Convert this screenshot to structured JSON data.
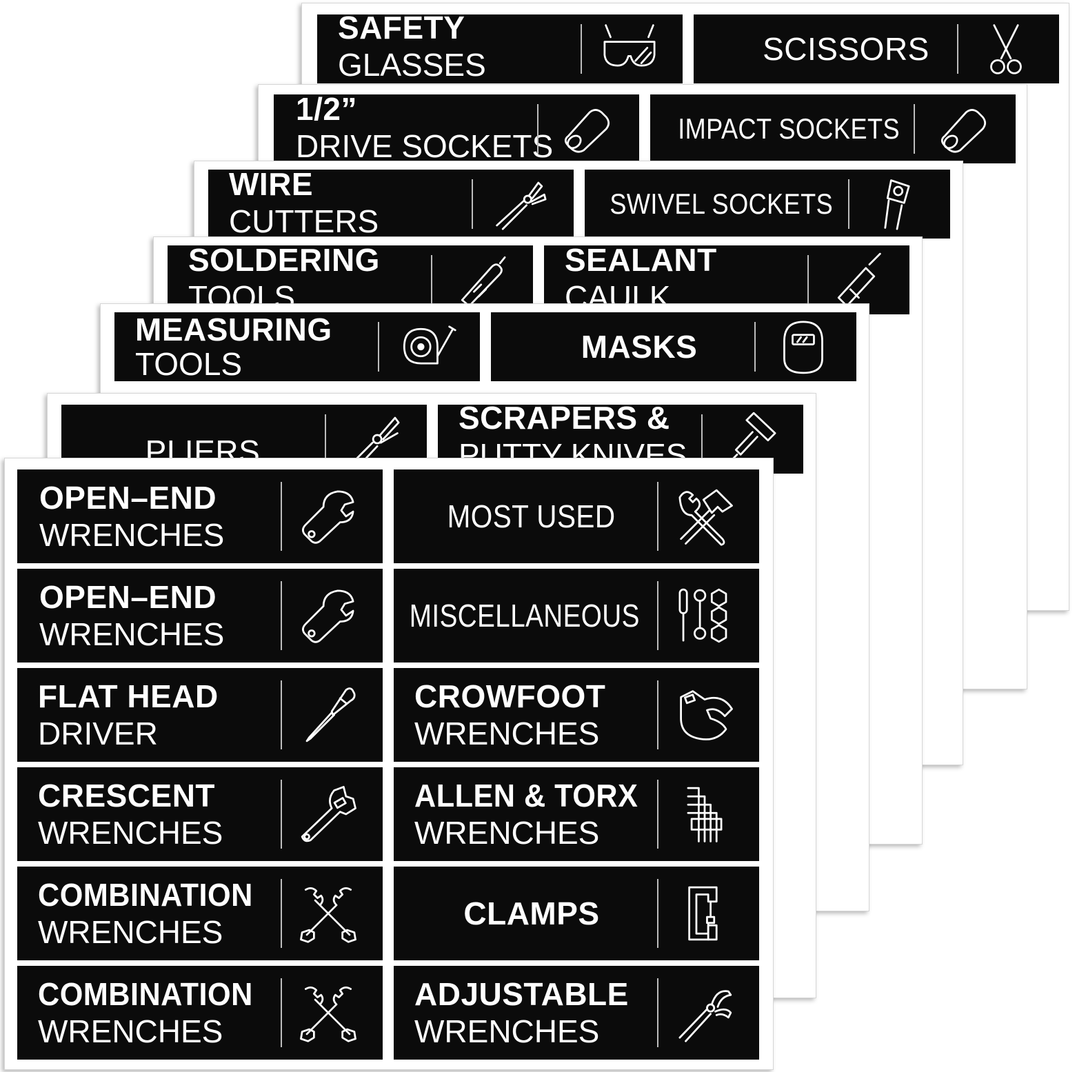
{
  "sheets": [
    {
      "id": "sheet-7",
      "rows": [
        {
          "left": {
            "line1": "SAFETY",
            "line2": "GLASSES",
            "icon": "safety-glasses-icon"
          },
          "right": {
            "line1": "SCISSORS",
            "line2": "",
            "icon": "scissors-icon"
          }
        }
      ]
    },
    {
      "id": "sheet-6",
      "rows": [
        {
          "left": {
            "line1": "1/2”",
            "line2": "DRIVE SOCKETS",
            "icon": "socket-icon"
          },
          "right": {
            "line1": "IMPACT SOCKETS",
            "line2": "",
            "icon": "socket-icon"
          }
        }
      ]
    },
    {
      "id": "sheet-5",
      "rows": [
        {
          "left": {
            "line1": "WIRE",
            "line2": "CUTTERS",
            "icon": "wire-cutter-icon"
          },
          "right": {
            "line1": "SWIVEL SOCKETS",
            "line2": "",
            "icon": "swivel-socket-icon"
          }
        }
      ]
    },
    {
      "id": "sheet-4",
      "rows": [
        {
          "left": {
            "line1": "SOLDERING",
            "line2": "TOOLS",
            "icon": "soldering-iron-icon"
          },
          "right": {
            "line1": "SEALANT",
            "line2": "CAULK",
            "icon": "caulk-gun-icon"
          }
        }
      ]
    },
    {
      "id": "sheet-3",
      "rows": [
        {
          "left": {
            "line1": "MEASURING",
            "line2": "TOOLS",
            "icon": "tape-measure-icon"
          },
          "right": {
            "line1": "MASKS",
            "line2": "",
            "icon": "welding-mask-icon"
          }
        }
      ]
    },
    {
      "id": "sheet-2",
      "rows": [
        {
          "left": {
            "line1": "PLIERS",
            "line2": "",
            "icon": "pliers-icon"
          },
          "right": {
            "line1": "SCRAPERS &",
            "line2": "PUTTY KNIVES",
            "icon": "scraper-icon"
          }
        }
      ]
    },
    {
      "id": "sheet-1",
      "rows": [
        {
          "left": {
            "line1": "OPEN–END",
            "line2": "WRENCHES",
            "icon": "open-end-wrench-icon"
          },
          "right": {
            "line1": "MOST USED",
            "line2": "",
            "icon": "hammer-wrench-icon"
          }
        },
        {
          "left": {
            "line1": "OPEN–END",
            "line2": "WRENCHES",
            "icon": "open-end-wrench-icon"
          },
          "right": {
            "line1": "MISCELLANEOUS",
            "line2": "",
            "icon": "screwdriver-nuts-icon"
          }
        },
        {
          "left": {
            "line1": "FLAT HEAD",
            "line2": "DRIVER",
            "icon": "screwdriver-icon"
          },
          "right": {
            "line1": "CROWFOOT",
            "line2": "WRENCHES",
            "icon": "crowfoot-wrench-icon"
          }
        },
        {
          "left": {
            "line1": "CRESCENT",
            "line2": "WRENCHES",
            "icon": "adjustable-wrench-icon"
          },
          "right": {
            "line1": "ALLEN & TORX",
            "line2": "WRENCHES",
            "icon": "allen-keys-icon"
          }
        },
        {
          "left": {
            "line1": "COMBINATION",
            "line2": "WRENCHES",
            "icon": "crossed-wrenches-icon"
          },
          "right": {
            "line1": "CLAMPS",
            "line2": "",
            "icon": "clamp-icon"
          }
        },
        {
          "left": {
            "line1": "COMBINATION",
            "line2": "WRENCHES",
            "icon": "crossed-wrenches-icon"
          },
          "right": {
            "line1": "ADJUSTABLE",
            "line2": "WRENCHES",
            "icon": "slip-joint-pliers-icon"
          }
        }
      ]
    }
  ],
  "colors": {
    "label_bg": "#0b0b0b",
    "label_text": "#ffffff",
    "sheet_bg": "#ffffff",
    "divider": "#bdbdbd"
  }
}
